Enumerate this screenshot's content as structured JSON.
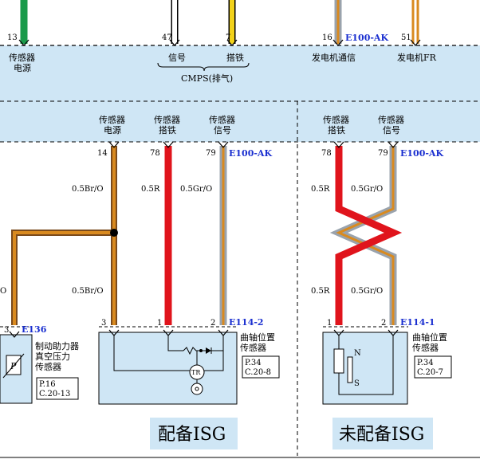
{
  "top_connectors": [
    {
      "pin": "13",
      "label1": "传感器",
      "label2": "电源"
    },
    {
      "pin": "47",
      "label1": "信号"
    },
    {
      "pin": "7",
      "label1": "搭铁"
    },
    {
      "pin": "16",
      "conn": "E100-AK",
      "label1": "发电机通信"
    },
    {
      "pin": "51",
      "label1": "发电机FR"
    }
  ],
  "cmps_label": "CMPS(排气)",
  "mid_labels": {
    "sensor_power": [
      "传感器",
      "电源"
    ],
    "sensor_ground_a": [
      "传感器",
      "搭铁"
    ],
    "sensor_signal_a": [
      "传感器",
      "信号"
    ],
    "sensor_ground_b": [
      "传感器",
      "搭铁"
    ],
    "sensor_signal_b": [
      "传感器",
      "信号"
    ]
  },
  "ecu_pins": {
    "a_power": "14",
    "a_ground": "78",
    "a_signal": "79",
    "a_conn": "E100-AK",
    "b_ground": "78",
    "b_signal": "79",
    "b_conn": "E100-AK"
  },
  "wires": {
    "br_o": "0.5Br/O",
    "r": "0.5R",
    "gr_o": "0.5Gr/O",
    "o_cut": "O"
  },
  "brake_sensor": {
    "pin": "3",
    "conn": "E136",
    "name": [
      "制动助力器",
      "真空压力",
      "传感器"
    ],
    "ref": [
      "P.16",
      "C.20-13"
    ]
  },
  "crank_sensor_a": {
    "pins": [
      "3",
      "1",
      "2"
    ],
    "conn": "E114-2",
    "name": [
      "曲轴位置",
      "传感器"
    ],
    "ref": [
      "P.34",
      "C.20-8"
    ],
    "tr": "TR"
  },
  "crank_sensor_b": {
    "pins": [
      "1",
      "2"
    ],
    "conn": "E114-1",
    "name": [
      "曲轴位置",
      "传感器"
    ],
    "ref": [
      "P.34",
      "C.20-7"
    ],
    "n": "N",
    "s": "S"
  },
  "variant_labels": {
    "with_isg": "配备ISG",
    "without_isg": "未配备ISG"
  },
  "colors": {
    "band": "#cfe6f5",
    "orange": "#d98a1f",
    "brown": "#7a4a1c",
    "red": "#e0141c",
    "gray": "#9aa3ad",
    "green": "#1a9a4a",
    "yellow": "#f2d21a",
    "blue_text": "#1a2fd0"
  }
}
